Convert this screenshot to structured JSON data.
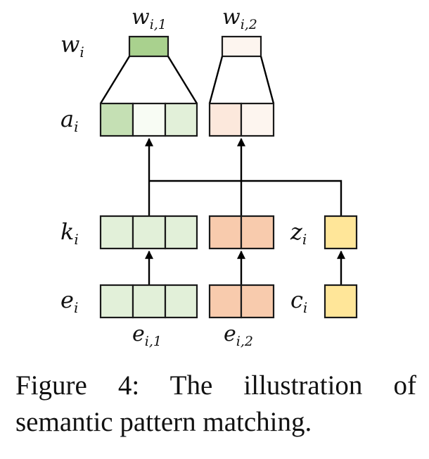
{
  "labels": {
    "w_i": {
      "base": "w",
      "sub": "i"
    },
    "a_i": {
      "base": "a",
      "sub": "i"
    },
    "k_i": {
      "base": "k",
      "sub": "i"
    },
    "e_i": {
      "base": "e",
      "sub": "i"
    },
    "z_i": {
      "base": "z",
      "sub": "i"
    },
    "c_i": {
      "base": "c",
      "sub": "i"
    },
    "w_i1": {
      "base": "w",
      "sub": "i,1"
    },
    "w_i2": {
      "base": "w",
      "sub": "i,2"
    },
    "e_i1": {
      "base": "e",
      "sub": "i,1"
    },
    "e_i2": {
      "base": "e",
      "sub": "i,2"
    }
  },
  "colors": {
    "green_dark": "#a9d18e",
    "green_mid": "#c5e0b4",
    "green_light": "#e2f0d9",
    "green_pale": "#f8fcf4",
    "orange": "#f8cbad",
    "orange_light": "#fce8dc",
    "orange_pale": "#fdf5ef",
    "yellow": "#ffe699"
  },
  "caption": "Figure 4: The illustration of semantic pattern matching."
}
